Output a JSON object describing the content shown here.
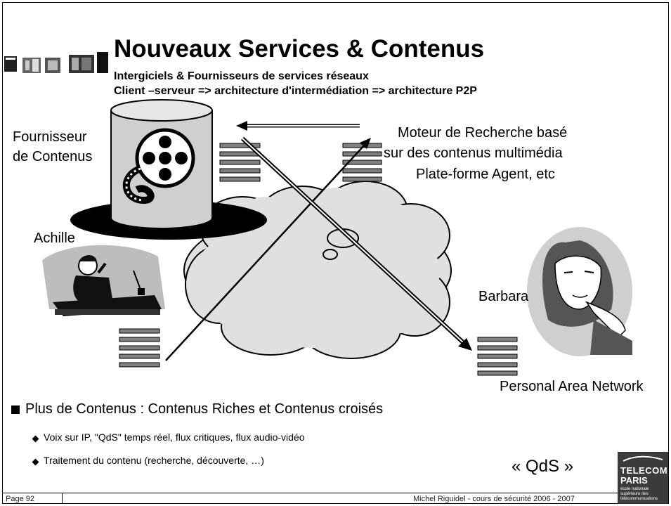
{
  "slide": {
    "title": "Nouveaux Services & Contenus",
    "subtitle_1": "Intergiciels & Fournisseurs de services réseaux",
    "subtitle_2": "Client –serveur => architecture d'intermédiation => architecture P2P"
  },
  "diagram": {
    "provider_label_1": "Fournisseur",
    "provider_label_2": "de Contenus",
    "engine_label_1": "Moteur de Recherche basé",
    "engine_label_2": "sur des contenus multimédia",
    "engine_label_3": "Plate-forme Agent, etc",
    "achille_label": "Achille",
    "barbara_label": "Barbara",
    "pan_label": "Personal Area Network"
  },
  "bullets": {
    "main": "Plus de Contenus : Contenus Riches et Contenus croisés",
    "sub_1": "Voix sur IP, \"QdS\" temps réel, flux critiques, flux audio-vidéo",
    "sub_2": "Traitement du contenu (recherche, découverte,  …)"
  },
  "qds_label": "« QdS »",
  "footer": {
    "page": "Page 92",
    "author": "Michel Riguidel - cours de sécurité 2006 - 2007"
  },
  "logo": {
    "line_1": "TELECOM",
    "line_2": "PARIS",
    "line_3": "école nationale supérieure des télécommunications"
  }
}
